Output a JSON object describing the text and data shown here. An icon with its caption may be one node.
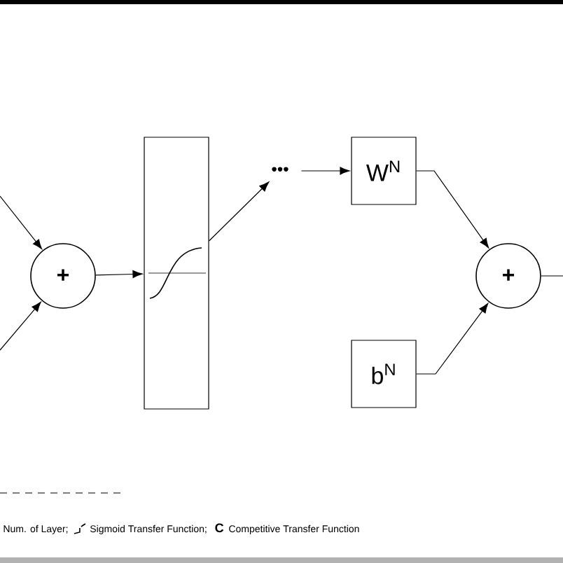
{
  "diagram": {
    "nodes": [
      {
        "text": [
          "+"
        ]
      },
      {
        "text": [],
        "shape": "box"
      },
      {
        "text": [
          "•••"
        ]
      },
      {
        "text": [
          "W$^{N}$"
        ]
      },
      {
        "text": [
          "b$^{N}$"
        ]
      },
      {
        "text": [
          "+"
        ]
      }
    ],
    "edges": [
      {
        "from": null,
        "to": 0,
        "arrow": "to"
      },
      {
        "from": null,
        "to": 0,
        "arrow": "to"
      },
      {
        "from": 0,
        "to": 1,
        "arrow": "to"
      },
      {
        "from": 1,
        "to": 2,
        "arrow": "to"
      },
      {
        "from": 2,
        "to": 3,
        "arrow": "to"
      },
      {
        "from": 3,
        "to": 5,
        "arrow": "to"
      },
      {
        "from": 4,
        "to": 5,
        "arrow": "to"
      },
      {
        "from": 5,
        "to": null,
        "arrow": "none"
      }
    ],
    "labels": [
      "Num. of Layer;",
      "Sigmoid Transfer Function;",
      "C",
      "Competitive Transfer Function"
    ]
  }
}
